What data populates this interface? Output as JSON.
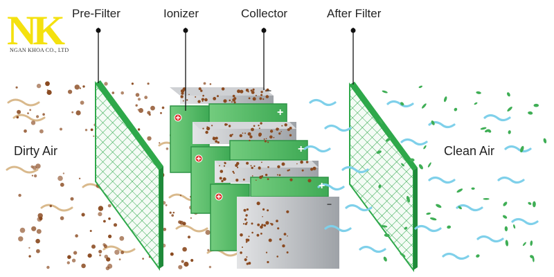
{
  "logo": {
    "letters": "NK",
    "company": "NGAN KHOA CO., LTD"
  },
  "labels": {
    "pre_filter": "Pre-Filter",
    "ionizer": "Ionizer",
    "collector": "Collector",
    "after_filter": "After Filter",
    "dirty_air": "Dirty Air",
    "clean_air": "Clean Air"
  },
  "symbols": {
    "plus": "+",
    "minus": "−"
  },
  "colors": {
    "filter_green": "#2ea84a",
    "plate_green": "#5cc06a",
    "collector_gray": "#b9bcc0",
    "dirt_brown": "#8a4a20",
    "dust_beige": "#d9b98c",
    "clean_blue": "#7fd0ea",
    "leaf_green": "#3fae55",
    "logo_yellow": "#f4e10f"
  }
}
